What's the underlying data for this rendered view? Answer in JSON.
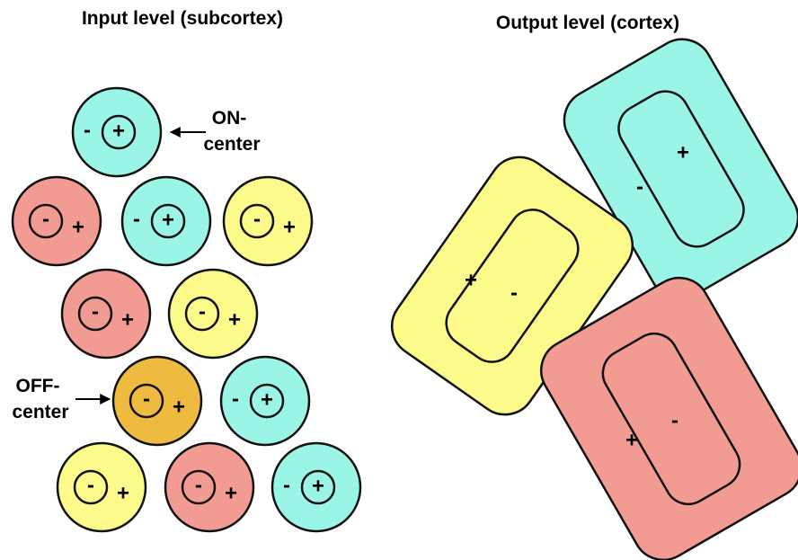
{
  "titles": {
    "input": "Input level (subcortex)",
    "output": "Output level (cortex)"
  },
  "labels": {
    "on_line1": "ON-",
    "on_line2": "center",
    "off_line1": "OFF-",
    "off_line2": "center"
  },
  "signs": {
    "minus": "-",
    "plus": "+"
  },
  "colors": {
    "on": "#9bf5e7",
    "off": "#f29b92",
    "off_yellow": "#fbfa8a",
    "off_highlight": "#eeba3f",
    "stroke": "#111111"
  },
  "cells": [
    {
      "id": "cell-1",
      "type": "on-center"
    },
    {
      "id": "cell-2",
      "type": "off-center"
    },
    {
      "id": "cell-3",
      "type": "on-center"
    },
    {
      "id": "cell-4",
      "type": "off-center"
    },
    {
      "id": "cell-5",
      "type": "off-center"
    },
    {
      "id": "cell-6",
      "type": "off-center"
    },
    {
      "id": "cell-7",
      "type": "off-center"
    },
    {
      "id": "cell-8",
      "type": "on-center"
    },
    {
      "id": "cell-9",
      "type": "off-center"
    },
    {
      "id": "cell-10",
      "type": "off-center"
    },
    {
      "id": "cell-11",
      "type": "on-center"
    }
  ],
  "cortical_fields": [
    {
      "id": "field-cyan",
      "type": "simple-cell"
    },
    {
      "id": "field-yellow",
      "type": "simple-cell"
    },
    {
      "id": "field-red",
      "type": "simple-cell"
    }
  ]
}
